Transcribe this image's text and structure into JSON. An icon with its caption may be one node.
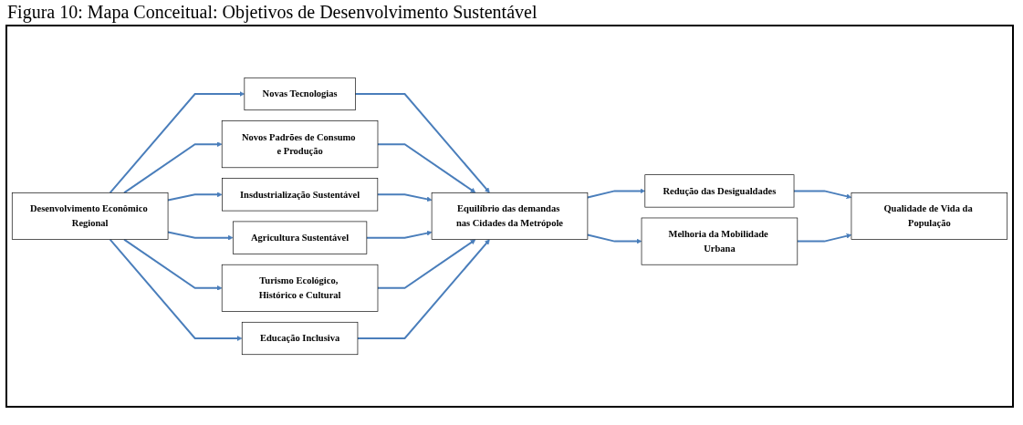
{
  "diagram": {
    "title": "Figura 10: Mapa Conceitual: Objetivos de Desenvolvimento Sustentável",
    "nodes": [
      {
        "text": [
          "Desenvolvimento Econômico Regional"
        ]
      },
      {
        "text": [
          "Novas Tecnologias"
        ]
      },
      {
        "text": [
          "Novos Padrões de Consumo e Produção"
        ]
      },
      {
        "text": [
          "Insdustrialização Sustentável"
        ]
      },
      {
        "text": [
          "Agricultura Sustentável"
        ]
      },
      {
        "text": [
          "Turismo Ecológico, Histórico e Cultural"
        ]
      },
      {
        "text": [
          "Educação Inclusiva"
        ]
      },
      {
        "text": [
          "Equilíbrio das demandas nas Cidades da Metrópole"
        ]
      },
      {
        "text": [
          "Redução das Desigualdades"
        ]
      },
      {
        "text": [
          "Melhoria da Mobilidade Urbana"
        ]
      },
      {
        "text": [
          "Qualidade de Vida da População"
        ]
      }
    ],
    "edges": [
      {
        "from": 0,
        "to": 1,
        "arrow": "to"
      },
      {
        "from": 0,
        "to": 2,
        "arrow": "to"
      },
      {
        "from": 0,
        "to": 3,
        "arrow": "to"
      },
      {
        "from": 0,
        "to": 4,
        "arrow": "to"
      },
      {
        "from": 0,
        "to": 5,
        "arrow": "to"
      },
      {
        "from": 0,
        "to": 6,
        "arrow": "to"
      },
      {
        "from": 1,
        "to": 7,
        "arrow": "to"
      },
      {
        "from": 2,
        "to": 7,
        "arrow": "to"
      },
      {
        "from": 3,
        "to": 7,
        "arrow": "to"
      },
      {
        "from": 4,
        "to": 7,
        "arrow": "to"
      },
      {
        "from": 5,
        "to": 7,
        "arrow": "to"
      },
      {
        "from": 6,
        "to": 7,
        "arrow": "to"
      },
      {
        "from": 7,
        "to": 8,
        "arrow": "to"
      },
      {
        "from": 7,
        "to": 9,
        "arrow": "to"
      },
      {
        "from": 8,
        "to": 10,
        "arrow": "to"
      },
      {
        "from": 9,
        "to": 10,
        "arrow": "to"
      }
    ]
  }
}
